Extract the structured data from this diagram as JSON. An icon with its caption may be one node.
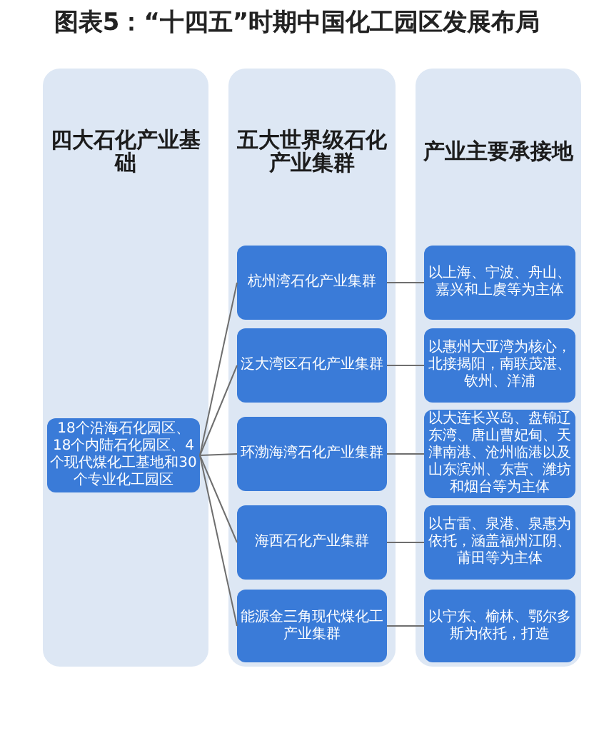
{
  "diagram": {
    "title": "图表5：“十四五”时期中国化工园区发展布局",
    "nodes": [
      {
        "text": [
          "四大石化产业基础"
        ]
      },
      {
        "text": [
          "五大世界级石化产业集群"
        ]
      },
      {
        "text": [
          "产业主要承接地"
        ]
      },
      {
        "text": [
          "18个沿海石化园区、18个内陆石化园区、4个现代煤化工基地和30个专业化工园区"
        ],
        "in": 0
      },
      {
        "text": [
          "杭州湾石化产业集群"
        ],
        "in": 1
      },
      {
        "text": [
          "以上海、宁波、舟山、嘉兴和上虞等为主体"
        ],
        "in": 2
      },
      {
        "text": [
          "泛大湾区石化产业集群"
        ],
        "in": 1
      },
      {
        "text": [
          "以惠州大亚湾为核心，北接揭阳，南联茂湛、钦州、洋浦"
        ],
        "in": 2
      },
      {
        "text": [
          "环渤海湾石化产业集群"
        ],
        "in": 1
      },
      {
        "text": [
          "以大连长兴岛、盘锦辽东湾、唐山曹妃甸、天津南港、沧州临港以及山东滨州、东营、潍坊和烟台等为主体"
        ],
        "in": 2
      },
      {
        "text": [
          "海西石化产业集群"
        ],
        "in": 1
      },
      {
        "text": [
          "以古雷、泉港、泉惠为依托，涵盖福州江阴、莆田等为主体"
        ],
        "in": 2
      },
      {
        "text": [
          "能源金三角现代煤化工产业集群"
        ],
        "in": 1
      },
      {
        "text": [
          "以宁东、榆林、鄂尔多斯为依托，打造"
        ],
        "in": 2
      }
    ],
    "edges": [
      {
        "from": 3,
        "to": 4,
        "arrow": "none"
      },
      {
        "from": 3,
        "to": 6,
        "arrow": "none"
      },
      {
        "from": 3,
        "to": 8,
        "arrow": "none"
      },
      {
        "from": 3,
        "to": 10,
        "arrow": "none"
      },
      {
        "from": 3,
        "to": 12,
        "arrow": "none"
      },
      {
        "from": 4,
        "to": 5,
        "arrow": "none"
      },
      {
        "from": 6,
        "to": 7,
        "arrow": "none"
      },
      {
        "from": 8,
        "to": 9,
        "arrow": "none"
      },
      {
        "from": 10,
        "to": 11,
        "arrow": "none"
      },
      {
        "from": 12,
        "to": 13,
        "arrow": "none"
      }
    ]
  }
}
